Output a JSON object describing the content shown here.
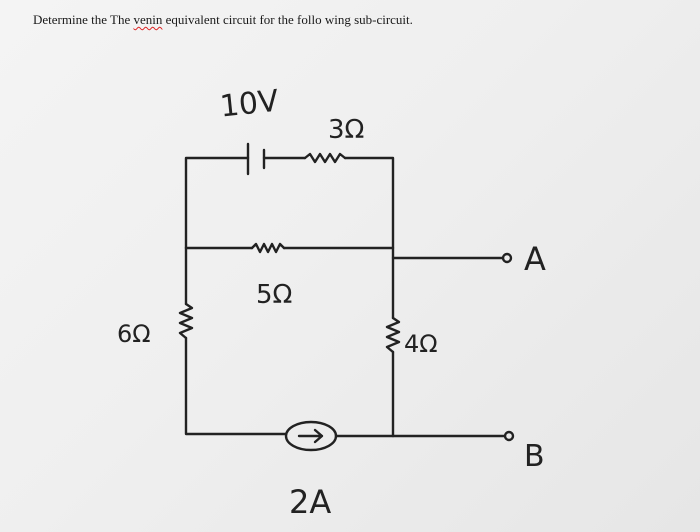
{
  "question": {
    "prefix": "Determine the The ",
    "misspelled_word": "venin",
    "suffix": " equivalent circuit for the follo wing sub-circuit."
  },
  "circuit": {
    "labels": {
      "voltage_source": "10V",
      "r_top": "3Ω",
      "r_middle": "5Ω",
      "r_left": "6Ω",
      "r_right": "4Ω",
      "current_source": "2A",
      "terminal_a": "A",
      "terminal_b": "B"
    }
  }
}
